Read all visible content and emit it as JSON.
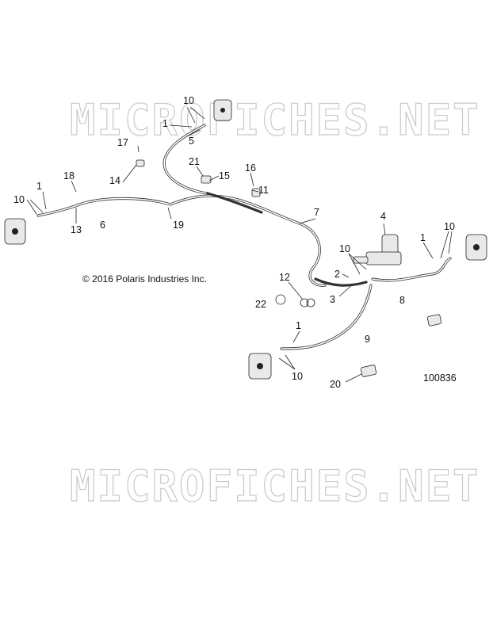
{
  "watermark": [
    "MICROFICHES.NET",
    "MICROFICHES.NET"
  ],
  "copyright": "© 2016 Polaris Industries Inc.",
  "figure_number": "100836",
  "callouts": [
    "10",
    "1",
    "5",
    "17",
    "21",
    "15",
    "16",
    "11",
    "18",
    "14",
    "10",
    "1",
    "13",
    "6",
    "19",
    "7",
    "4",
    "10",
    "1",
    "10",
    "2",
    "3",
    "8",
    "12",
    "22",
    "1",
    "9",
    "10",
    "20"
  ]
}
